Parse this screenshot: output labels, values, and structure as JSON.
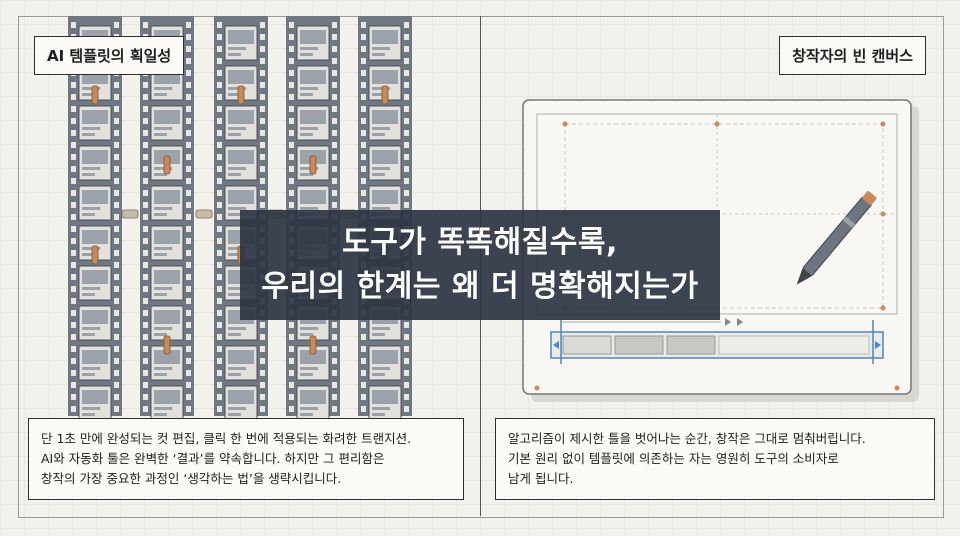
{
  "left": {
    "title": "AI 템플릿의 획일성",
    "desc": [
      "단 1초 만에 완성되는 컷 편집, 클릭 한 번에 적용되는 화려한 트랜지션.",
      "AI와 자동화 툴은 완벽한 ‘결과’를 약속합니다. 하지만 그 편리함은",
      "창작의 가장 중요한 과정인 ‘생각하는 법’을 생략시킵니다."
    ]
  },
  "right": {
    "title": "창작자의 빈 캔버스",
    "desc": [
      "알고리즘이 제시한 틀을 벗어나는 순간, 창작은 그대로 멈춰버립니다.",
      "기본 원리 없이 템플릿에 의존하는 자는 영원히 도구의 소비자로",
      "남게 됩니다."
    ]
  },
  "headline": {
    "line1": "도구가 똑똑해질수록,",
    "line2": "우리의 한계는 왜 더 명확해지는가"
  },
  "colors": {
    "strip": "#6f7782",
    "accent": "#c98a5a",
    "timeline": "#4a86c5",
    "overlay": "#2c3442"
  },
  "icons": [
    "film-strip-icon",
    "pencil-icon",
    "timeline-icon"
  ]
}
